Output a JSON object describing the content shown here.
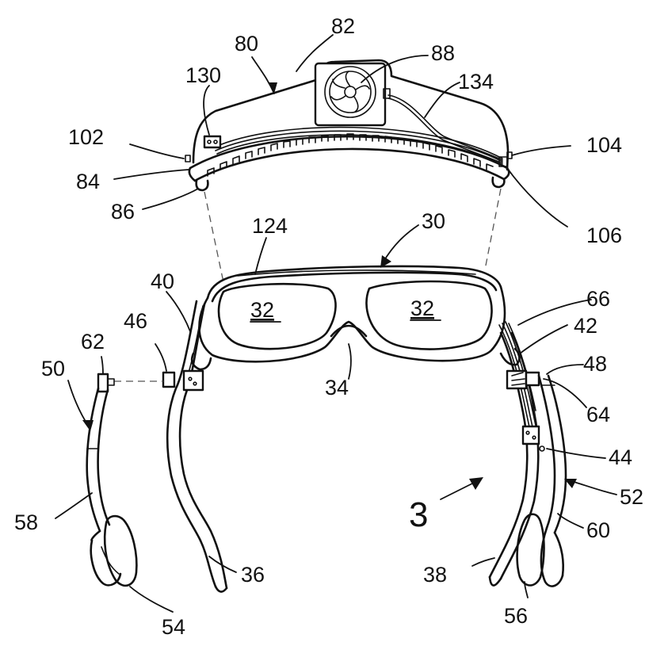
{
  "figure": {
    "figure_number": "3",
    "labels": {
      "n30": "30",
      "n32a": "32",
      "n32b": "32",
      "n34": "34",
      "n36": "36",
      "n38": "38",
      "n40": "40",
      "n42": "42",
      "n44": "44",
      "n46": "46",
      "n48": "48",
      "n50": "50",
      "n52": "52",
      "n54": "54",
      "n56": "56",
      "n58": "58",
      "n60": "60",
      "n62": "62",
      "n64": "64",
      "n66": "66",
      "n80": "80",
      "n82": "82",
      "n84": "84",
      "n86": "86",
      "n88": "88",
      "n102": "102",
      "n104": "104",
      "n106": "106",
      "n124": "124",
      "n130": "130",
      "n134": "134"
    }
  }
}
